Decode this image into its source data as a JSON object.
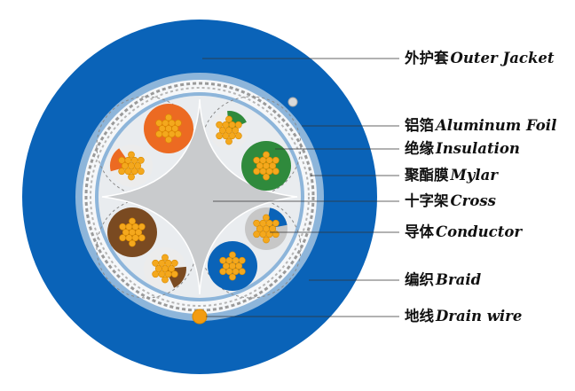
{
  "colors": {
    "jacket": "#0a63b8",
    "jacket_inner_ring": "#8db5da",
    "braid_dash": "#9a9a9a",
    "core": "#e9ecef",
    "cross": "#c9cbcd",
    "strand_fill": "#f4a81d",
    "strand_stroke": "#d98a00",
    "drain_wire": "#f39c12",
    "leader_line": "#333333",
    "pair_orange": "#ec6a22",
    "pair_green": "#2f8a3c",
    "pair_brown": "#7a4a21",
    "pair_blue": "#0a63b8",
    "white_insulation": "#ececec",
    "gray_insulation": "#c7c7c7"
  },
  "labels": [
    {
      "id": "outer-jacket",
      "zh": "外护套",
      "en": "Outer Jacket"
    },
    {
      "id": "aluminum-foil",
      "zh": "铝箔",
      "en": "Aluminum Foil"
    },
    {
      "id": "insulation",
      "zh": "绝缘",
      "en": "Insulation"
    },
    {
      "id": "mylar",
      "zh": "聚酯膜",
      "en": "Mylar"
    },
    {
      "id": "cross",
      "zh": "十字架",
      "en": "Cross"
    },
    {
      "id": "conductor",
      "zh": "导体",
      "en": "Conductor"
    },
    {
      "id": "braid",
      "zh": "编织",
      "en": "Braid"
    },
    {
      "id": "drain-wire",
      "zh": "地线",
      "en": "Drain wire"
    }
  ]
}
